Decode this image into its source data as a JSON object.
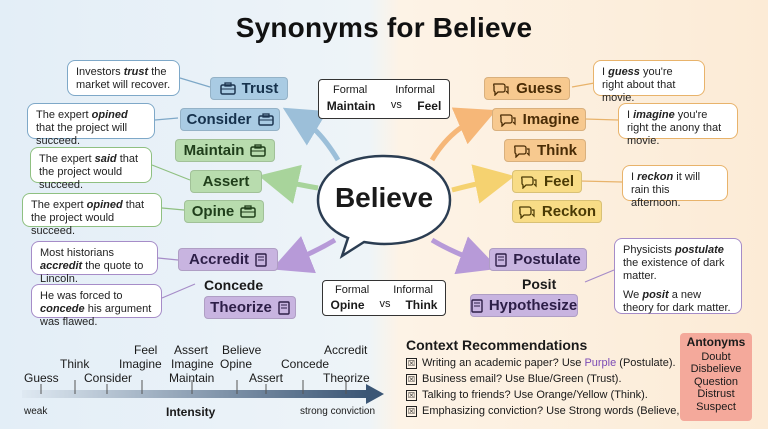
{
  "title": "Synonyms for Believe",
  "center": "Believe",
  "left": {
    "trust": "Trust",
    "consider": "Consider",
    "maintain": "Maintain",
    "assert": "Assert",
    "opine": "Opine",
    "accredit": "Accredit",
    "concede": "Concede",
    "theorize": "Theorize"
  },
  "right": {
    "guess": "Guess",
    "imagine": "Imagine",
    "think": "Think",
    "feel": "Feel",
    "reckon": "Reckon",
    "postulate": "Postulate",
    "posit": "Posit",
    "hypothesize": "Hypothesize"
  },
  "callouts_left": {
    "trust": {
      "pre": "Investors ",
      "word": "trust",
      "post": " the market will recover."
    },
    "consider": {
      "pre": "The expert ",
      "word": "opined",
      "post": " that the project will succeed."
    },
    "maintain": {
      "pre": "The expert ",
      "word": "said",
      "post": " that the project would succeed."
    },
    "opine": {
      "pre": "The expert ",
      "word": "opined",
      "post": " that the project would succeed."
    },
    "accredit": {
      "pre": "Most historians ",
      "word": "accredit",
      "post": " the quote to Lincoln."
    },
    "concede": {
      "pre": "He was forced to ",
      "word": "concede",
      "post": " his argument was flawed."
    }
  },
  "callouts_right": {
    "guess": {
      "pre": "I ",
      "word": "guess",
      "post": " you're right about that movie."
    },
    "imagine": {
      "pre": "I ",
      "word": "imagine",
      "post": " you're right the anony that movie."
    },
    "feel": {
      "pre": "I ",
      "word": "reckon",
      "post": " it will rain this afternoon."
    },
    "postulate": {
      "pre": "Physicists ",
      "word": "postulate",
      "post": " the existence of dark matter."
    },
    "posit": {
      "pre": "We ",
      "word": "posit",
      "post": " a new theory for dark matter."
    }
  },
  "compare_top": {
    "formal": "Formal",
    "informal": "Informal",
    "a": "Maintain",
    "vs": "vs",
    "b": "Feel"
  },
  "compare_bottom": {
    "formal": "Formal",
    "informal": "Informal",
    "a": "Opine",
    "vs": "vs",
    "b": "Think"
  },
  "scale": {
    "words_top": [
      "Think",
      "Feel",
      "Assert",
      "Believe",
      "Concede",
      "Accredit"
    ],
    "words_bottom": [
      "Guess",
      "Consider",
      "Imagine",
      "Imagine",
      "Opine",
      "Assert",
      "Theorize"
    ],
    "feel_row2": "Imagine",
    "assert_row2": "Imagine",
    "assert_row3": "Maintain",
    "weak": "weak",
    "intensity": "Intensity",
    "strong": "strong conviction"
  },
  "context": {
    "title": "Context Recommendations",
    "items": [
      {
        "pre": "Writing an academic paper? Use ",
        "hl": "Purple",
        "post": " (Postulate)."
      },
      {
        "pre": "Business email? Use Blue/Green (Trust).",
        "hl": "",
        "post": ""
      },
      {
        "pre": "Talking to friends? Use Orange/Yellow (Think).",
        "hl": "",
        "post": ""
      },
      {
        "pre": "Emphasizing conviction? Use Strong words (Believe, Assert).",
        "hl": "",
        "post": ""
      }
    ],
    "check": "☒"
  },
  "antonyms": {
    "title": "Antonyms",
    "items": [
      "Doubt",
      "Disbelieve",
      "Question",
      "Distrust",
      "Suspect"
    ]
  },
  "colors": {
    "blue": "#a9cbe3",
    "green": "#b8dcae",
    "purple": "#c8b4e0",
    "orange": "#f7c98f",
    "yellow": "#f8dc86",
    "antonym": "#f4a99b"
  }
}
